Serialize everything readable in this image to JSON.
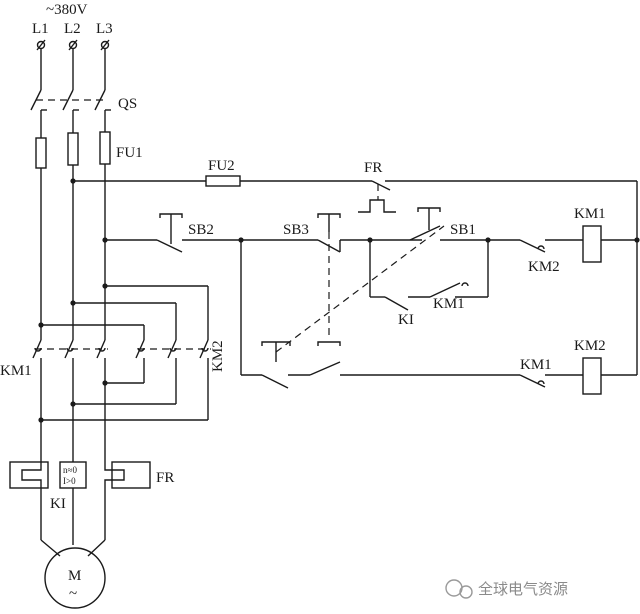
{
  "supply": {
    "voltage": "~380V",
    "phases": [
      "L1",
      "L2",
      "L3"
    ]
  },
  "labels": {
    "qs": "QS",
    "fu1": "FU1",
    "fu2": "FU2",
    "fr": "FR",
    "sb1": "SB1",
    "sb2": "SB2",
    "sb3": "SB3",
    "km1": "KM1",
    "km2": "KM2",
    "ki": "KI",
    "ki_relay_text_1": "n≈0",
    "ki_relay_text_2": "I>0",
    "motor": "M",
    "motor_ac": "~"
  },
  "watermark": "全球电气资源"
}
